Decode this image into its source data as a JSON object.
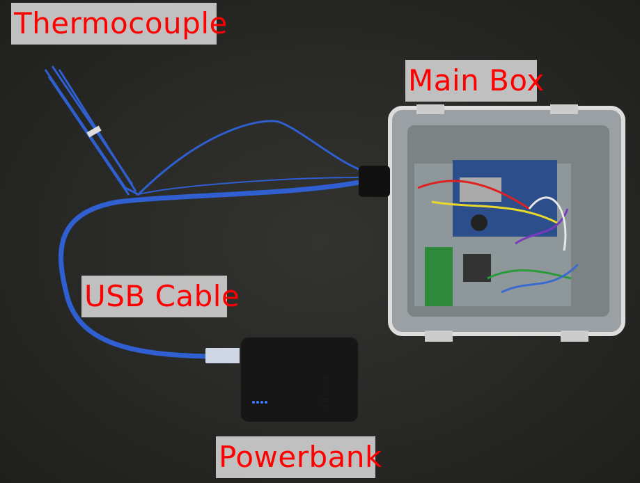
{
  "labels": {
    "thermocouple": "Thermocouple",
    "main_box": "Main Box",
    "usb_cable": "USB Cable",
    "powerbank": "Powerbank"
  },
  "powerbank_brand": "ANKER",
  "colors": {
    "label_text": "#ff0000",
    "label_bg": "#c0c0c0",
    "cable": "#2f5fd0",
    "background": "#2b2b29"
  }
}
